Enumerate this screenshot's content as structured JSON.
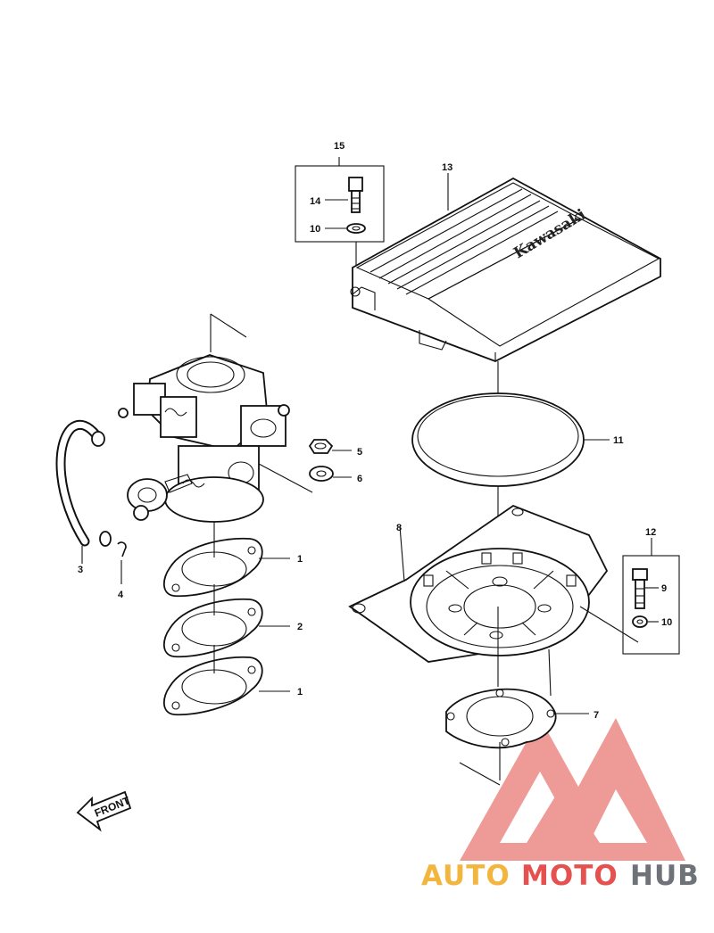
{
  "diagram": {
    "callouts": [
      {
        "id": "c1a",
        "text": "1"
      },
      {
        "id": "c2",
        "text": "2"
      },
      {
        "id": "c1b",
        "text": "1"
      },
      {
        "id": "c3",
        "text": "3"
      },
      {
        "id": "c4",
        "text": "4"
      },
      {
        "id": "c5",
        "text": "5"
      },
      {
        "id": "c6",
        "text": "6"
      },
      {
        "id": "c7",
        "text": "7"
      },
      {
        "id": "c8",
        "text": "8"
      },
      {
        "id": "c9",
        "text": "9"
      },
      {
        "id": "c10a",
        "text": "10"
      },
      {
        "id": "c10b",
        "text": "10"
      },
      {
        "id": "c11",
        "text": "11"
      },
      {
        "id": "c12",
        "text": "12"
      },
      {
        "id": "c13",
        "text": "13"
      },
      {
        "id": "c14",
        "text": "14"
      },
      {
        "id": "c15",
        "text": "15"
      }
    ],
    "cover_brand": "Kawasaki",
    "front_arrow": "FRONT"
  },
  "watermark": {
    "part1": "AUTO",
    "part2": "MOTO",
    "part3": "HUB",
    "colors": {
      "auto": "#f2b53e",
      "moto": "#e5514f",
      "hub": "#6f7379",
      "logo": "#e5514f"
    }
  }
}
